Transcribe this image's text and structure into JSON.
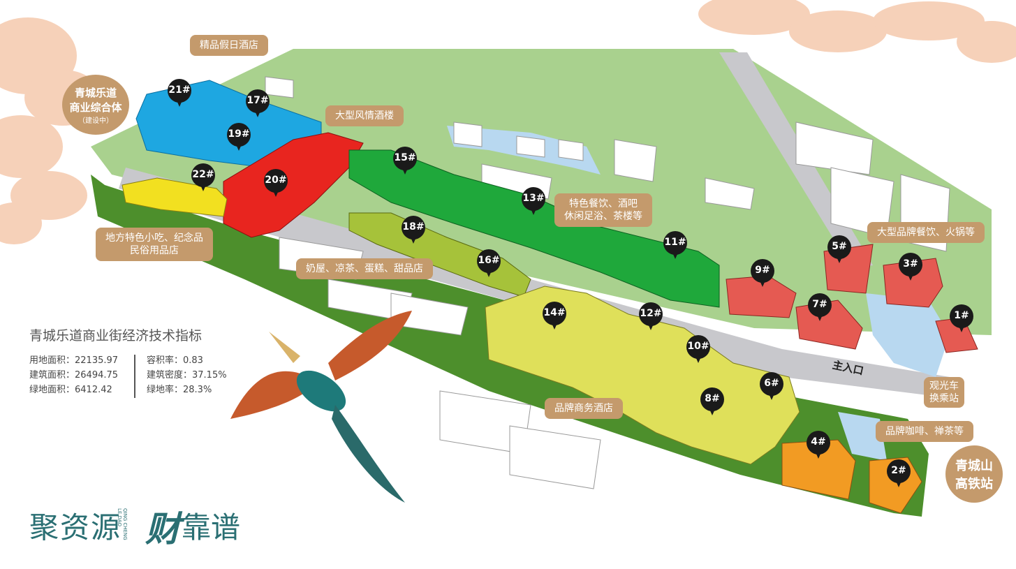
{
  "map": {
    "labels": {
      "boutique_hotel": "精品假日酒店",
      "complex_line1": "青城乐道",
      "complex_line2": "商业综合体",
      "complex_line3": "（建设中）",
      "restaurant": "大型风情酒楼",
      "snacks_line1": "地方特色小吃、纪念品",
      "snacks_line2": "民俗用品店",
      "dining_line1": "特色餐饮、酒吧",
      "dining_line2": "休闲足浴、茶楼等",
      "dessert": "奶屋、凉茶、蛋糕、甜品店",
      "brand_dining": "大型品牌餐饮、火锅等",
      "sightseeing_line1": "观光车",
      "sightseeing_line2": "换乘站",
      "coffee": "品牌咖啡、禅茶等",
      "business_hotel": "品牌商务酒店",
      "station_line1": "青城山",
      "station_line2": "高铁站",
      "main_entrance": "主入口"
    },
    "pins": [
      "21#",
      "17#",
      "19#",
      "22#",
      "20#",
      "15#",
      "13#",
      "18#",
      "16#",
      "11#",
      "9#",
      "5#",
      "3#",
      "7#",
      "1#",
      "14#",
      "12#",
      "10#",
      "8#",
      "6#",
      "4#",
      "2#"
    ]
  },
  "stats": {
    "title": "青城乐道商业街经济技术指标",
    "left": [
      "用地面积：22135.97",
      "建筑面积：26494.75",
      "绿地面积：6412.42"
    ],
    "right": [
      "容积率：0.83",
      "建筑密度：37.15%",
      "绿地率：28.3%"
    ]
  },
  "logo": {
    "part1": "聚资源",
    "small1": "QING CHENG",
    "small2": "LE DAO",
    "script": "财",
    "part2": "靠谱"
  },
  "colors": {
    "pill": "#c49a6c",
    "grass": "#a9d18e",
    "dark_grass": "#4d8f2c",
    "road": "#c8c8cc",
    "blue_building": "#1ea7e1",
    "red_building": "#e8251f",
    "green_building": "#1fa83b",
    "lime_building": "#a6c23a",
    "yellow_building": "#dfe05a",
    "orange_building": "#f29b23",
    "coral_building": "#e55a52",
    "cloud": "#f5c9ad",
    "brand_teal": "#2a6f73"
  }
}
